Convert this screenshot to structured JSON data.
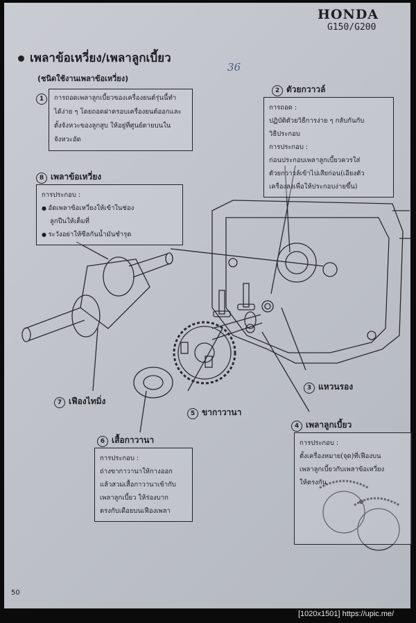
{
  "header": {
    "brand": "HONDA",
    "model": "G150/G200"
  },
  "title": "เพลาข้อเหวี่ยง/เพลาลูกเบี้ยว",
  "subtitle": "(ชนิดใช้งานเพลาข้อเหวี่ยง)",
  "handwritten_note": "36",
  "steps": {
    "s1": {
      "number": "1",
      "text": [
        "การถอดเพลาลูกเบี้ยวของเครื่องยนต์รุ่นนี้ทำ",
        "ได้ง่าย ๆ โดยถอดฝาครอบเครื่องยนต์ออกและ",
        "ตั้งจังหวะของลูกสูบ ให้อยู่ที่ศูนย์ตายบนใน",
        "จังหวะอัด"
      ]
    },
    "s2": {
      "number": "2",
      "label": "ตัวยกวาวล์",
      "removal_heading": "การถอด :",
      "removal": [
        "ปฏิบัติตัวยวิธีการง่าย ๆ กลับกันกับ",
        "วิธีประกอบ"
      ],
      "install_heading": "การประกอบ :",
      "install": [
        "ก่อนประกอบเพลาลูกเบี้ยวควรใส่",
        "ตัวยกวาวล์เข้าไปเสียก่อน(เอียงตัว",
        "เครื่องลงเพื่อให้ประกอบง่ายขึ้น)"
      ]
    },
    "s3": {
      "number": "3",
      "label": "แหวนรอง"
    },
    "s4": {
      "number": "4",
      "label": "เพลาลูกเบี้ยว",
      "install_heading": "การประกอบ :",
      "install": [
        "ตั้งเครื่องหมาย(จุด)ที่เฟืองบน",
        "เพลาลูกเบี้ยวกับเพลาข้อเหวี่ยง",
        "ให้ตรงกัน"
      ]
    },
    "s5": {
      "number": "5",
      "label": "ขากาวานา"
    },
    "s6": {
      "number": "6",
      "label": "เสื้อกาวานา",
      "install_heading": "การประกอบ :",
      "install": [
        "ถ่างขากาวานาให้กางออก",
        "แล้วสวมเสื้อกาวานาเข้ากับ",
        "เพลาลูกเบี้ยว ให้ร่องบาก",
        "ตรงกับเดือยบนเฟืองเพลา"
      ]
    },
    "s7": {
      "number": "7",
      "label": "เฟืองไทมิ่ง"
    },
    "s8": {
      "number": "8",
      "label": "เพลาข้อเหวี่ยง",
      "install_heading": "การประกอบ :",
      "install": [
        "อัดเพลาข้อเหวี่ยงให้เข้าในช่อง",
        "ลูกปืนให้เต็มที่",
        "ระวังอย่าให้ซีลกันน้ำมันชำรุด"
      ]
    }
  },
  "page_number": "50",
  "watermark": "[1020x1501] https://upic.me/"
}
